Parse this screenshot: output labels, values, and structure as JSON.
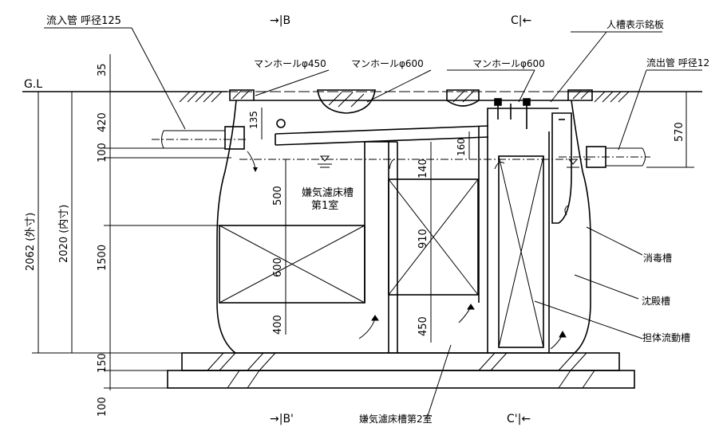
{
  "title": "",
  "labels": {
    "inflow_pipe": "流入管 呼径125",
    "outflow_pipe": "流出管 呼径12",
    "gl": "G.L",
    "section_b_top": "→|B",
    "section_c_top": "C|←",
    "section_b_bottom": "→|B'",
    "section_c_bottom": "C'|←",
    "manhole_450": "マンホールφ450",
    "manhole_600_a": "マンホールφ600",
    "manhole_600_b": "マンホールφ600",
    "nameplate": "人槽表示銘板",
    "chamber1_line1": "嫌気濾床槽",
    "chamber1_line2": "第1室",
    "chamber2": "嫌気濾床槽第2室",
    "disinfection": "消毒槽",
    "sedimentation": "沈殿槽",
    "carrier_tank": "担体流動槽"
  },
  "dimensions": {
    "d35": "35",
    "d420": "420",
    "d100_upper": "100",
    "d500": "500",
    "d1500": "1500",
    "d600": "600",
    "d400": "400",
    "d150": "150",
    "d100_lower": "100",
    "d2062": "2062 (外寸)",
    "d2020": "2020 (内寸)",
    "d135": "135",
    "d160": "160",
    "d140": "140",
    "d910": "910",
    "d450": "450",
    "d570": "570"
  },
  "icons": {
    "water_level": "water-level-icon",
    "flow_arrow": "flow-arrow-icon"
  }
}
